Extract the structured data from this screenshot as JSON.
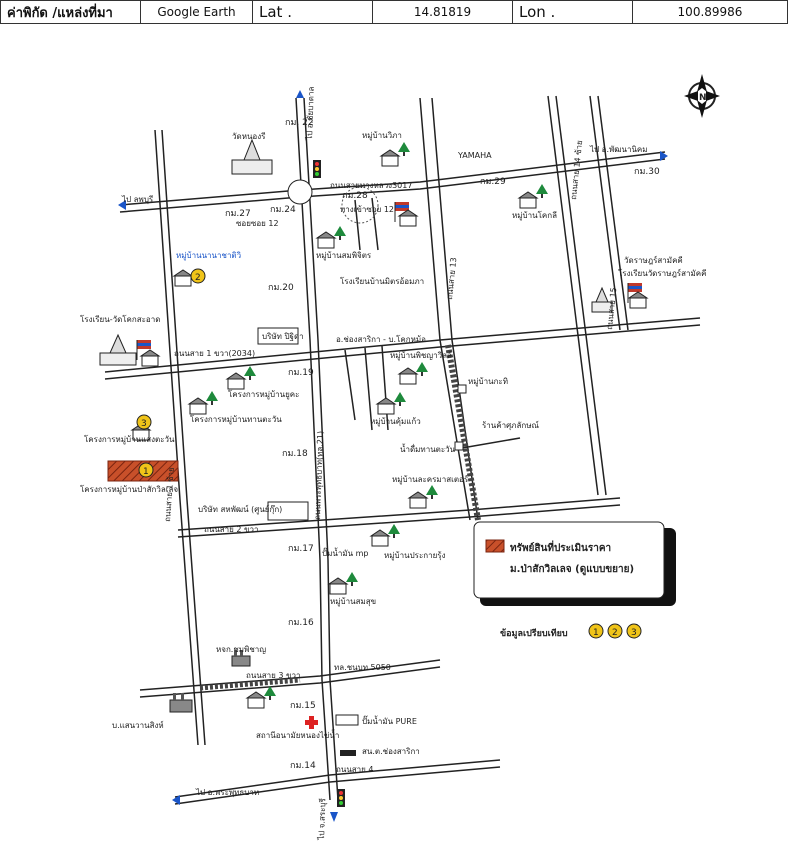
{
  "header": {
    "coord_label": "ค่าพิกัด /แหล่งที่มา",
    "source": "Google Earth",
    "lat_label": "Lat .",
    "lat_value": "14.81819",
    "lon_label": "Lon .",
    "lon_value": "100.89986"
  },
  "map": {
    "km_markers": [
      "กม. 22",
      "กม.27",
      "กม.24",
      "กม.28",
      "กม.29",
      "กม.30",
      "กม.20",
      "กม.19",
      "กม.18",
      "กม.17",
      "กม.16",
      "กม.15",
      "กม.14"
    ],
    "place_labels": {
      "wat_top": "วัดหนองรี",
      "ban_phimai": "หมู่บ้านวิภา",
      "yamaha": "YAMAHA",
      "to_phatthana": "ไป อ.พัฒนานิคม",
      "to_lopburi": "ไป ลพบุรี",
      "road_3017": "ถนนสายทางหลวง3017",
      "soi12_a": "ซอยซอย 12",
      "soi12_b": "ทางเข้าซอย 12",
      "ban_nathai": "หมู่บ้านนานาชาติวิ",
      "village_plan": "หมู่บ้านสมพิจิตร",
      "school_top": "โรงเรียนบ้านมิตรอ้อมภา",
      "ban_khok": "หมู่บ้านโคกลี",
      "wat_right": "วัดราษฎร์สามัคคี",
      "school_right": "โรงเรียนวัดราษฎร์สามัคคี",
      "school_left": "โรงเรียน-วัดโคกสะอาด",
      "company": "บริษัท ปิฐิดา",
      "road_2034": "ถนนสาย 1 ขวา(2034)",
      "road_chong": "อ.ช่องสาริกา - บ.โคกหม้อ",
      "project_yu": "โครงการหมู่บ้านยูคะ",
      "project_phan": "โครงการหมู่บ้านทานตะวัน",
      "project_saeng": "โครงการหมู่บ้านแสงตะวัน",
      "project_pasak": "โครงการหมู่บ้านป่าสักวิลเลจ",
      "ban_phim": "หมู่บ้านพิชญาวิลล์",
      "ban_khum": "หมู่บ้านคุ้มแก้ว",
      "nam_tham": "น้ำดื่มทานตะวัน",
      "shop": "ร้านค้าศุภลักษณ์",
      "ban_krathin": "หมู่บ้านกะทิ",
      "ban_lakh": "หมู่บ้านละครมาสเตอร์",
      "highway_21": "ถนนพระพุทธบาท(ทล.21)",
      "to_chaibadan": "ไป อ.ชัยบาดาล",
      "soi_road_left": "ถนนสาย 1 ซ้าย",
      "road_2": "ถนนสาย 2 ขวา",
      "company2": "บริษัท สหพัฒน์ (ศูนย์กุ๊ก)",
      "gas_mp": "ปั๊มน้ำมัน mp",
      "ban_prakai": "หมู่บ้านประกายรุ้ง",
      "ban_somsuk": "หมู่บ้านสมสุข",
      "ban_left": "หจก.ชมพิชาญ",
      "road_3": "ถนนสาย 3 ขวา",
      "road_5050": "ทล.ชนบท.5050",
      "gas_pure": "ปั๊มน้ำมัน PURE",
      "hospital": "สถานีอนามัยหนองไข่น้ำ",
      "mill": "บ.แสนวานสิงห์",
      "police": "สน.ต.ช่องสาริกา",
      "road_4": "ถนนสาย 4",
      "to_phra": "ไป อ.พระพุทธบาท",
      "to_saraburi": "ไป จ.สระบุรี",
      "road_right_a": "ถนนสาย 13",
      "road_right_b": "ถนนสาย 14 ซ้าย",
      "road_right_c": "ถนนสาย 15"
    },
    "markers": [
      "1",
      "2",
      "3"
    ],
    "icons": [
      "compass-icon",
      "traffic-light-icon",
      "temple-icon",
      "house-icon",
      "tree-icon",
      "flag-icon",
      "hospital-icon",
      "factory-icon"
    ]
  },
  "legend": {
    "title": "ทรัพย์สินที่ประเมินราคา",
    "subtitle": "ม.ป่าสักวิลเลจ  (ดูแบบขยาย)",
    "compare_label": "ข้อมูลเปรียบเทียบ",
    "compare_items": [
      "1",
      "2",
      "3"
    ]
  },
  "colors": {
    "road": "#222222",
    "subject": "#b83a1a",
    "marker": "#f0c419",
    "tree": "#1e8a3c",
    "flag": "#c0392b"
  }
}
